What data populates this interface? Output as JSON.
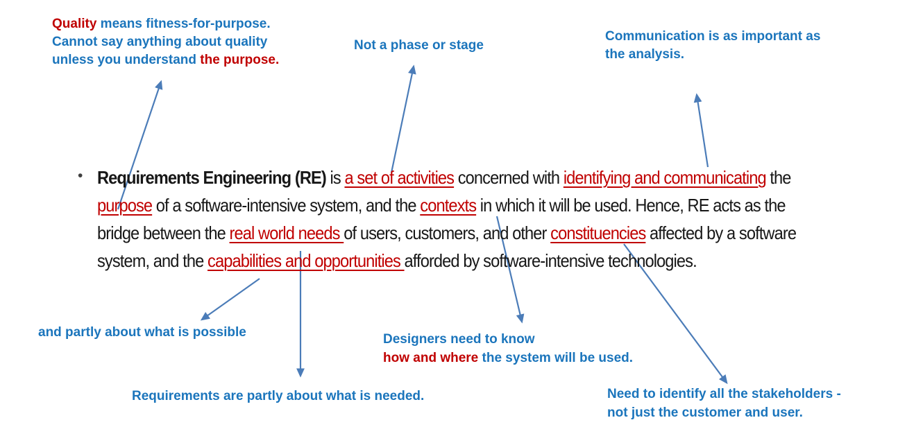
{
  "colors": {
    "blue": "#1B75BC",
    "red": "#C00000",
    "body_text": "#171717",
    "arrow": "#4B7CB8"
  },
  "notes": {
    "quality": {
      "lines": [
        [
          {
            "text": "Quality",
            "style": "red"
          },
          {
            "text": " means fitness-for-purpose.",
            "style": "blue"
          }
        ],
        [
          {
            "text": "Cannot say anything about quality",
            "style": "blue"
          }
        ],
        [
          {
            "text": "unless you understand ",
            "style": "blue"
          },
          {
            "text": "the purpose.",
            "style": "red"
          }
        ]
      ]
    },
    "phase": {
      "lines": [
        [
          {
            "text": "Not a phase or stage",
            "style": "blue"
          }
        ]
      ]
    },
    "communication": {
      "lines": [
        [
          {
            "text": "Communication is as important as",
            "style": "blue"
          }
        ],
        [
          {
            "text": "the analysis.",
            "style": "blue"
          }
        ]
      ]
    },
    "possible": {
      "lines": [
        [
          {
            "text": "and partly about what is possible",
            "style": "blue"
          }
        ]
      ]
    },
    "designers": {
      "lines": [
        [
          {
            "text": "Designers need to know",
            "style": "blue"
          }
        ],
        [
          {
            "text": "how and where",
            "style": "red"
          },
          {
            "text": " the system will be used.",
            "style": "blue"
          }
        ]
      ]
    },
    "needed": {
      "lines": [
        [
          {
            "text": "Requirements are partly about what is needed.",
            "style": "blue"
          }
        ]
      ]
    },
    "stakeholders": {
      "lines": [
        [
          {
            "text": "Need to identify all the stakeholders -",
            "style": "blue"
          }
        ],
        [
          {
            "text": "not just the customer and user.",
            "style": "blue"
          }
        ]
      ]
    }
  },
  "paragraph": {
    "bullet": "•",
    "lines": [
      [
        {
          "text": "Requirements Engineering (RE)",
          "style": "bold"
        },
        {
          "text": " is ",
          "style": "normal"
        },
        {
          "text": "a set of activities",
          "style": "link"
        },
        {
          "text": " concerned with ",
          "style": "normal"
        },
        {
          "text": "identifying and communicating",
          "style": "link"
        },
        {
          "text": " the",
          "style": "normal"
        }
      ],
      [
        {
          "text": "purpose",
          "style": "link"
        },
        {
          "text": " of a software-intensive system, and the ",
          "style": "normal"
        },
        {
          "text": "contexts",
          "style": "link"
        },
        {
          "text": " in which it will be used. Hence, RE acts as the",
          "style": "normal"
        }
      ],
      [
        {
          "text": "bridge between the ",
          "style": "normal"
        },
        {
          "text": "real world needs ",
          "style": "link"
        },
        {
          "text": "of users, customers, and other ",
          "style": "normal"
        },
        {
          "text": "constituencies",
          "style": "link"
        },
        {
          "text": " affected by a software",
          "style": "normal"
        }
      ],
      [
        {
          "text": "system, and the ",
          "style": "normal"
        },
        {
          "text": "capabilities and opportunities ",
          "style": "link"
        },
        {
          "text": "afforded by software-intensive technologies.",
          "style": "normal"
        }
      ]
    ]
  }
}
